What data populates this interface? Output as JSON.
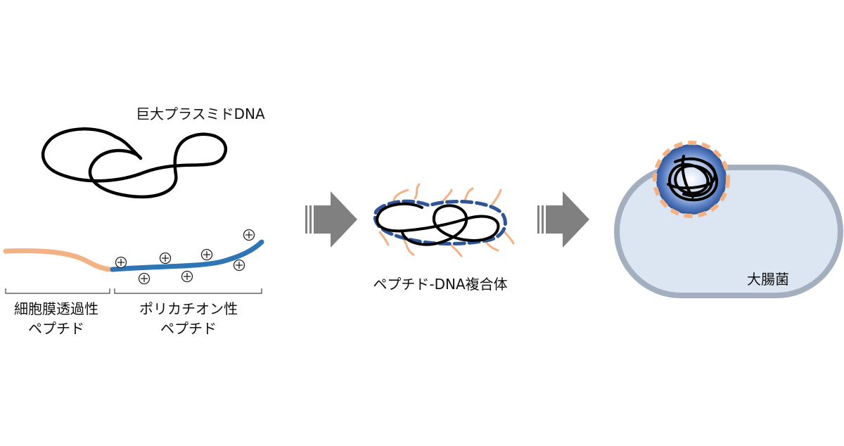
{
  "labels": {
    "plasmid": "巨大プラスミドDNA",
    "cpp_line1": "細胞膜透過性",
    "cpp_line2": "ペプチド",
    "polycation_line1": "ポリカチオン性",
    "polycation_line2": "ペプチド",
    "complex": "ペプチド-DNA複合体",
    "ecoli": "大腸菌"
  },
  "icons": {
    "charge": "plus-charge-icon",
    "arrow": "process-arrow-icon"
  },
  "colors": {
    "dna": "#000000",
    "cpp_peptide": "#f4b183",
    "polycation_peptide": "#2e75b6",
    "arrow": "#808080",
    "cell_fill": "#dce6f2",
    "cell_outline": "#a3afbf",
    "complex_glow": "#2f5597"
  }
}
